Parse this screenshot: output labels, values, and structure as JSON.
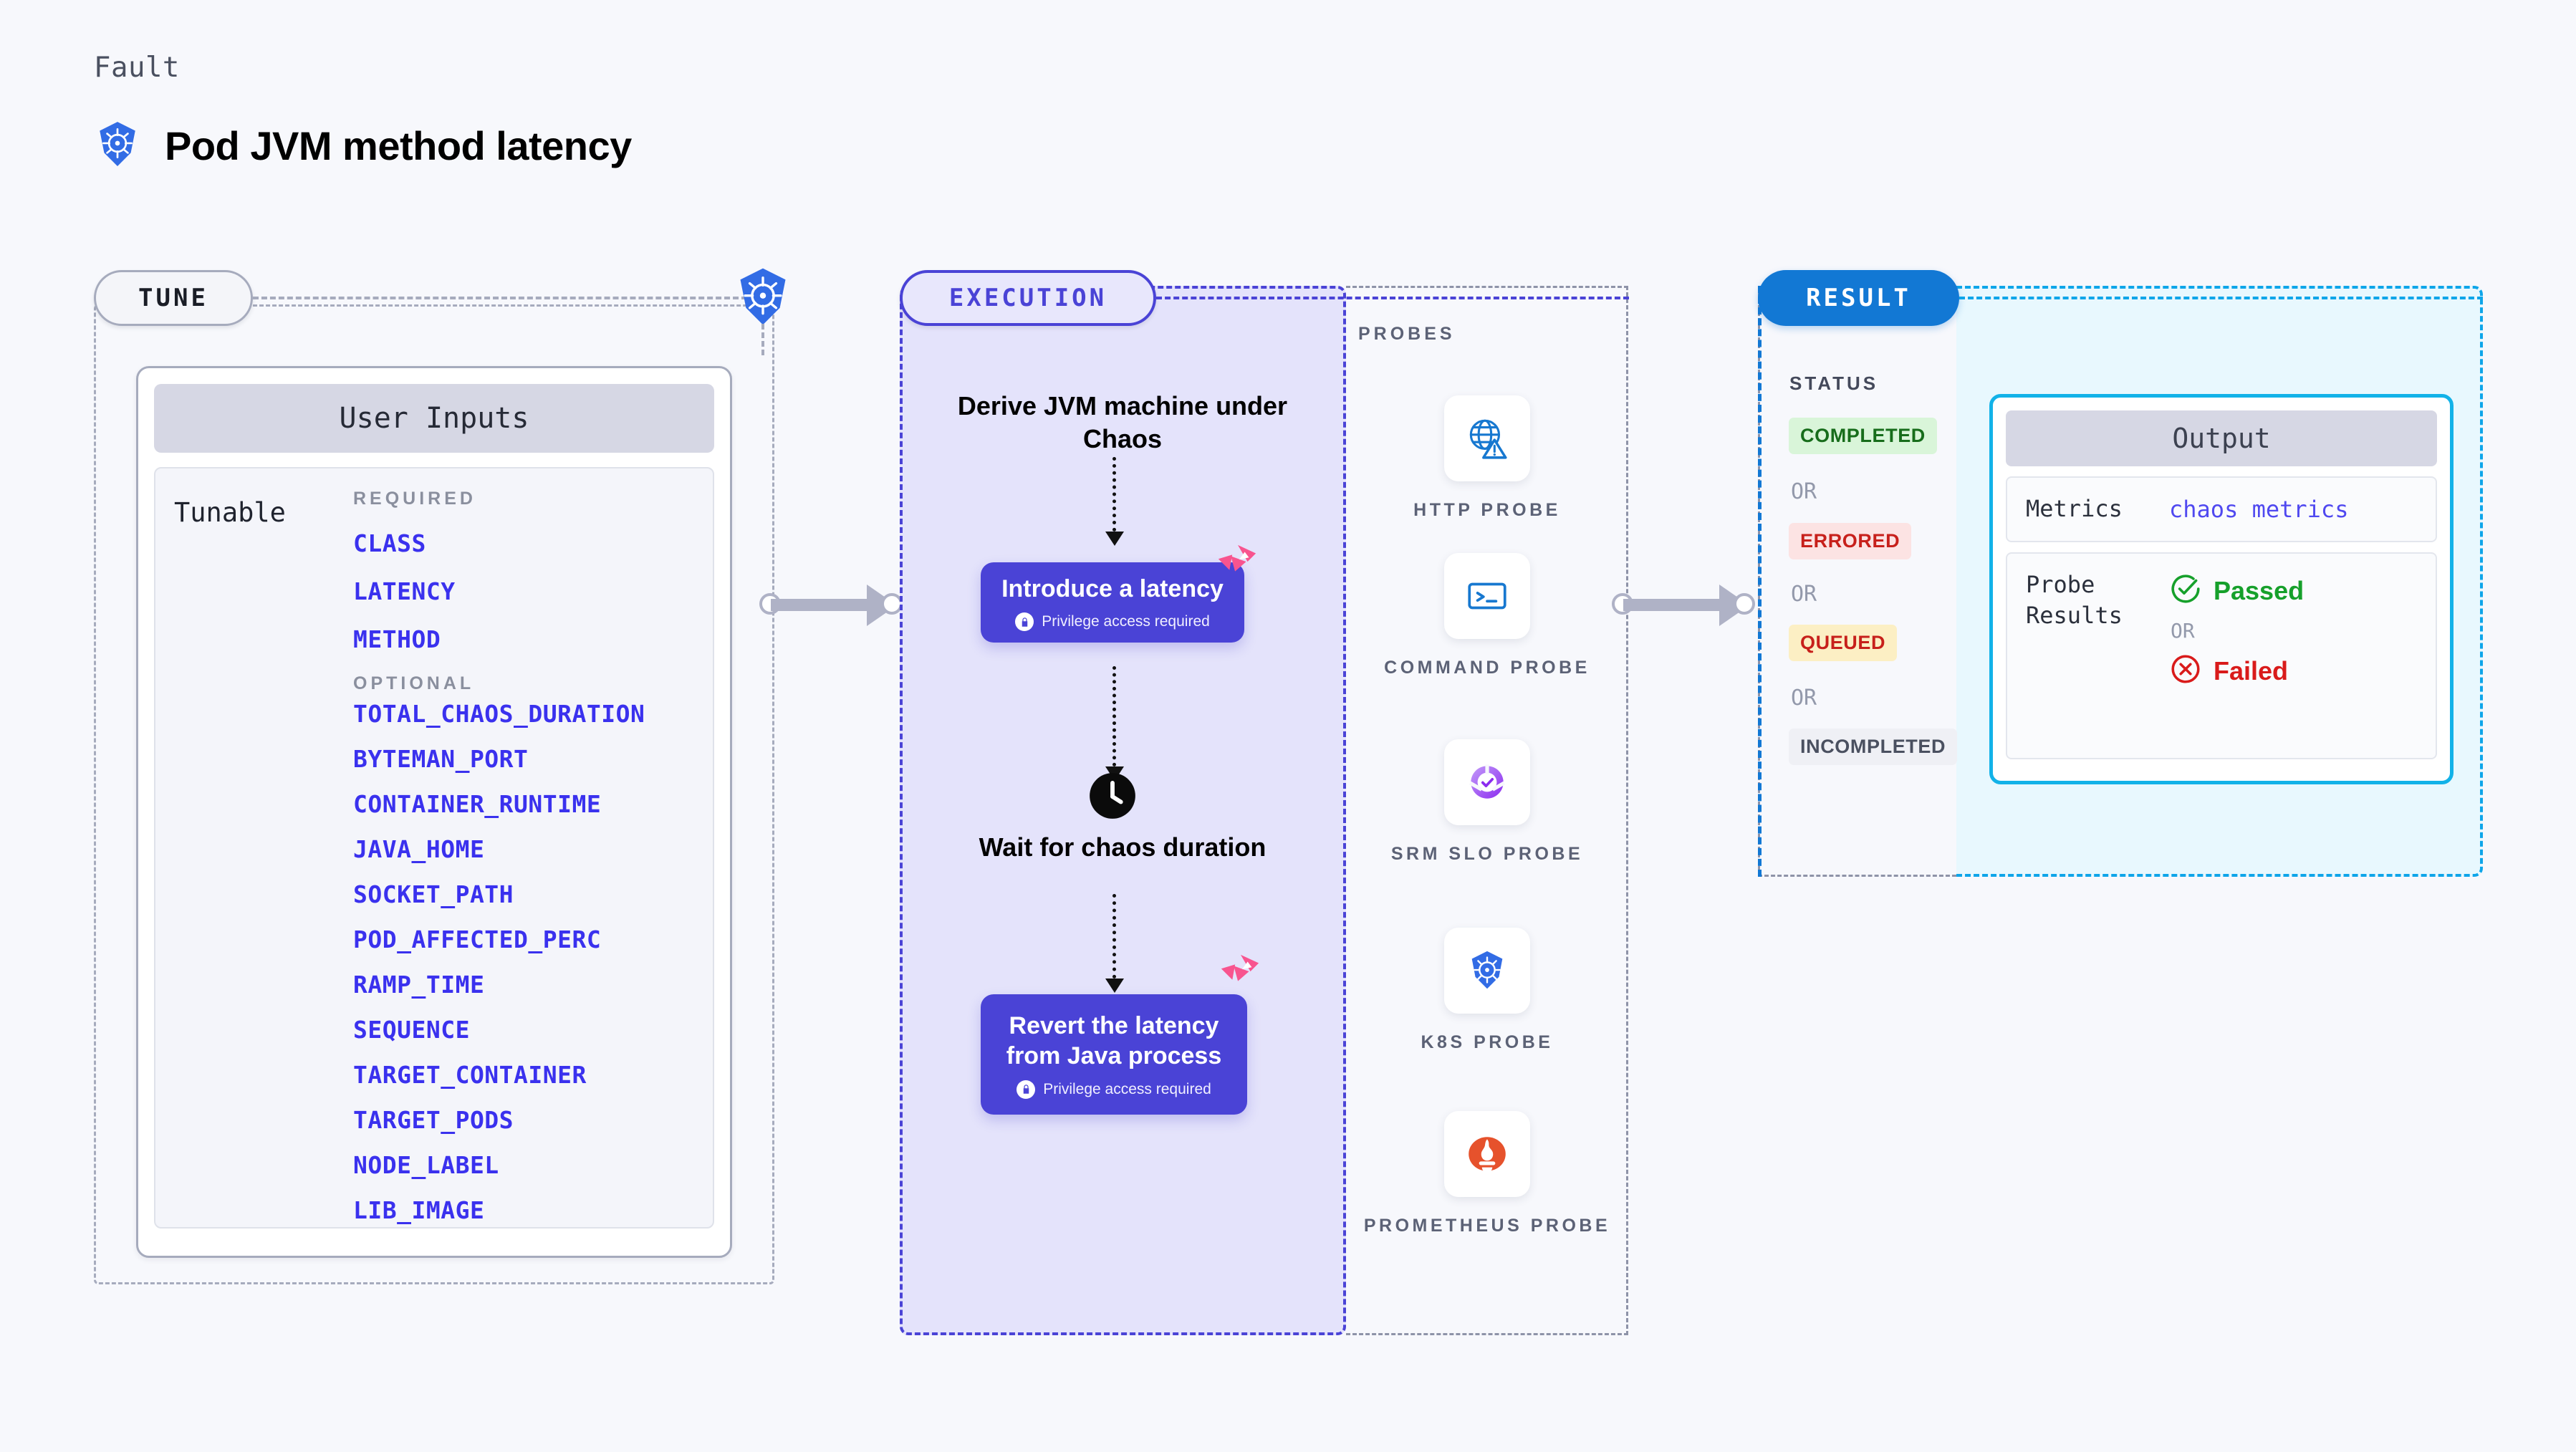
{
  "header": {
    "kicker": "Fault",
    "title": "Pod JVM method latency",
    "logo_icon": "kubernetes-icon"
  },
  "stages": {
    "tune": {
      "label": "TUNE",
      "badge_icon": "kubernetes-icon"
    },
    "execution": {
      "label": "EXECUTION"
    },
    "result": {
      "label": "RESULT"
    }
  },
  "tune": {
    "card_title": "User Inputs",
    "row_label": "Tunable",
    "required_title": "REQUIRED",
    "required": [
      "CLASS",
      "LATENCY",
      "METHOD"
    ],
    "optional_title": "OPTIONAL",
    "optional": [
      "TOTAL_CHAOS_DURATION",
      "BYTEMAN_PORT",
      "CONTAINER_RUNTIME",
      "JAVA_HOME",
      "SOCKET_PATH",
      "POD_AFFECTED_PERC",
      "RAMP_TIME",
      "SEQUENCE",
      "TARGET_CONTAINER",
      "TARGET_PODS",
      "NODE_LABEL",
      "LIB_IMAGE"
    ]
  },
  "execution": {
    "step1_text": "Derive JVM machine under Chaos",
    "card1": {
      "title": "Introduce a latency",
      "subtitle": "Privilege access required",
      "lock_icon": "lock-icon",
      "corner_icon": "litmus-icon"
    },
    "wait_text": "Wait for chaos duration",
    "wait_icon": "clock-icon",
    "card2": {
      "title": "Revert the latency from Java process",
      "subtitle": "Privilege access required",
      "lock_icon": "lock-icon",
      "corner_icon": "litmus-icon"
    }
  },
  "probes": {
    "title": "PROBES",
    "items": [
      {
        "label": "HTTP PROBE",
        "icon": "globe-warning-icon"
      },
      {
        "label": "COMMAND PROBE",
        "icon": "terminal-icon"
      },
      {
        "label": "SRM SLO PROBE",
        "icon": "srm-slo-icon"
      },
      {
        "label": "K8S PROBE",
        "icon": "kubernetes-icon"
      },
      {
        "label": "PROMETHEUS PROBE",
        "icon": "prometheus-icon"
      }
    ]
  },
  "result": {
    "status_title": "STATUS",
    "or_label": "OR",
    "statuses": [
      {
        "label": "COMPLETED",
        "bg": "#D9F5D9",
        "fg": "#176D1B"
      },
      {
        "label": "ERRORED",
        "bg": "#FCE3E3",
        "fg": "#C7201B"
      },
      {
        "label": "QUEUED",
        "bg": "#FCEFC4",
        "fg": "#C7201B"
      },
      {
        "label": "INCOMPLETED",
        "bg": "#EFF0F5",
        "fg": "#4A5060"
      }
    ],
    "output": {
      "title": "Output",
      "metrics_label": "Metrics",
      "metrics_value": "chaos metrics",
      "probe_results_label": "Probe Results",
      "passed_label": "Passed",
      "failed_label": "Failed",
      "or_label": "OR",
      "passed_icon": "check-circle-icon",
      "failed_icon": "x-circle-icon"
    }
  },
  "colors": {
    "accent_purple": "#4A43D6",
    "accent_blue": "#1278D4",
    "accent_cyan": "#12B2E8",
    "param_blue": "#3A31EE",
    "litmus_pink": "#F8548F",
    "k8s_blue": "#326CE5"
  }
}
